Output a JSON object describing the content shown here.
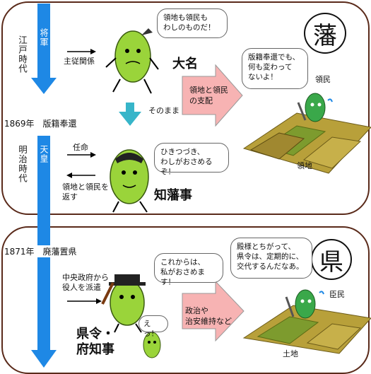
{
  "panels": {
    "han_circle": "藩",
    "ken_circle": "県"
  },
  "timeline": {
    "shogun": "将軍",
    "tenno": "天皇",
    "edo": "江戸時代",
    "meiji": "明治時代",
    "year_1869": "1869年　版籍奉還",
    "year_1871": "1871年　廃藩置県"
  },
  "top": {
    "daimyo_speech": [
      "領地も領民も",
      "わしのものだ！"
    ],
    "shujukankei": "主従関係",
    "daimyo": "大名",
    "arrow_rule": [
      "領地と領民",
      "の支配"
    ],
    "ryomin_speech": [
      "版籍奉還でも、",
      "何も変わって",
      "ないよ！"
    ],
    "ryomin": "領民",
    "ryochi": "領地",
    "sonomama": "そのまま"
  },
  "middle": {
    "ninmei": "任命",
    "return_label": [
      "領地と領民を",
      "返す"
    ],
    "chihanji_speech": [
      "ひきつづき、",
      "わしがおさめるぞ！"
    ],
    "chihanji": "知藩事"
  },
  "bottom": {
    "official_speech": [
      "これからは、",
      "私がおさめます！"
    ],
    "shinmin_speech": [
      "殿様とちがって、",
      "県令は、定期的に、",
      "交代するんだなあ。"
    ],
    "shinmin": "臣民",
    "haken_label": [
      "中央政府から",
      "役人を派遣"
    ],
    "arrow_rule": [
      "政治や",
      "治安維持など"
    ],
    "tochi": "土地",
    "small_speech": "えっ！",
    "kenrei": [
      "県令・",
      "府知事"
    ]
  },
  "colors": {
    "panel_border": "#5a2a1a",
    "timeline_blue": "#1e88e5",
    "arrow_fill": "#f7b3b3",
    "bean_green": "#9ad43a",
    "field": "#b8a03a",
    "down_arrow": "#37b5c9"
  }
}
